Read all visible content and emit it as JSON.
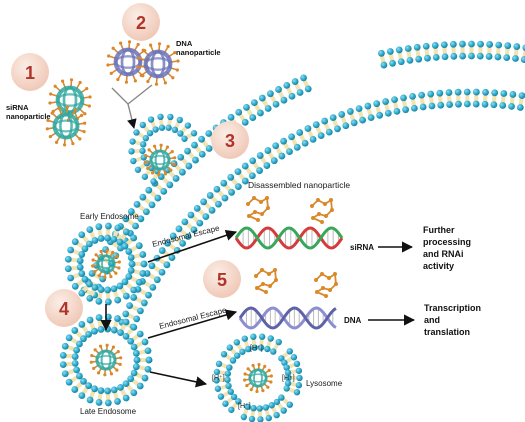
{
  "steps": [
    "1",
    "2",
    "3",
    "4",
    "5"
  ],
  "labels": {
    "dna_nanoparticle_line1": "DNA",
    "dna_nanoparticle_line2": "nanoparticle",
    "sirna_nanoparticle_line1": "siRNA",
    "sirna_nanoparticle_line2": "nanoparticle",
    "disassembled": "Disassembled nanoparticle",
    "early_endosome": "Early Endosome",
    "late_endosome": "Late Endosome",
    "endosomal_escape_1": "Endosomal Escape",
    "endosomal_escape_2": "Endosomal Escape",
    "sirna": "siRNA",
    "dna": "DNA",
    "lysosome": "Lysosome",
    "proton": "[H⁺]",
    "outcome_sirna": [
      "Further",
      "processing",
      "and RNAi",
      "activity"
    ],
    "outcome_dna": [
      "Transcription",
      "and",
      "translation"
    ]
  },
  "colors": {
    "lipid_head": "#2aa7c9",
    "lipid_tail": "#f3e3b0",
    "step_circle": "#f6d9cc",
    "step_text": "#b0342a",
    "cargo_teal": "#2fa7a0",
    "cargo_purple": "#6b73b8",
    "ligand_orange": "#d9892b",
    "rna_red": "#d63a3a",
    "rna_green": "#3aa65a",
    "dna_lilac": "#8c8ed0"
  }
}
